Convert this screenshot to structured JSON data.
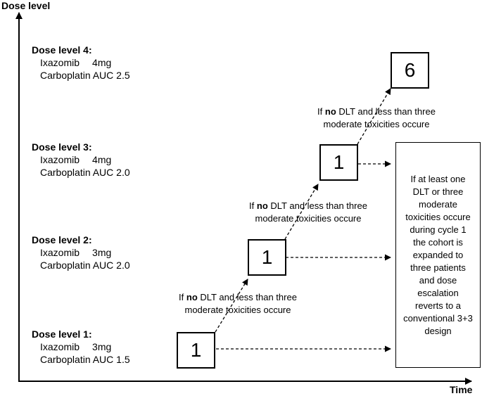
{
  "axes": {
    "y_title": "Dose level",
    "x_title": "Time"
  },
  "dose_levels": [
    {
      "title": "Dose level 4:",
      "drug_a_name": "Ixazomib",
      "drug_a_dose": "4mg",
      "drug_b": "Carboplatin AUC 2.5"
    },
    {
      "title": "Dose level 3:",
      "drug_a_name": "Ixazomib",
      "drug_a_dose": "4mg",
      "drug_b": "Carboplatin AUC 2.0"
    },
    {
      "title": "Dose level 2:",
      "drug_a_name": "Ixazomib",
      "drug_a_dose": "3mg",
      "drug_b": "Carboplatin AUC 2.0"
    },
    {
      "title": "Dose level 1:",
      "drug_a_name": "Ixazomib",
      "drug_a_dose": "3mg",
      "drug_b": "Carboplatin AUC 1.5"
    }
  ],
  "cohort_boxes": [
    "1",
    "1",
    "1",
    "6"
  ],
  "escalation_note": {
    "prefix": "If ",
    "emphasis": "no",
    "line1_rest": " DLT and less than three",
    "line2": "moderate toxicities occure"
  },
  "outcome_box": "If at least one DLT or three moderate toxicities occure during cycle 1 the cohort is expanded to three patients and dose escalation reverts to a conventional 3+3 design"
}
